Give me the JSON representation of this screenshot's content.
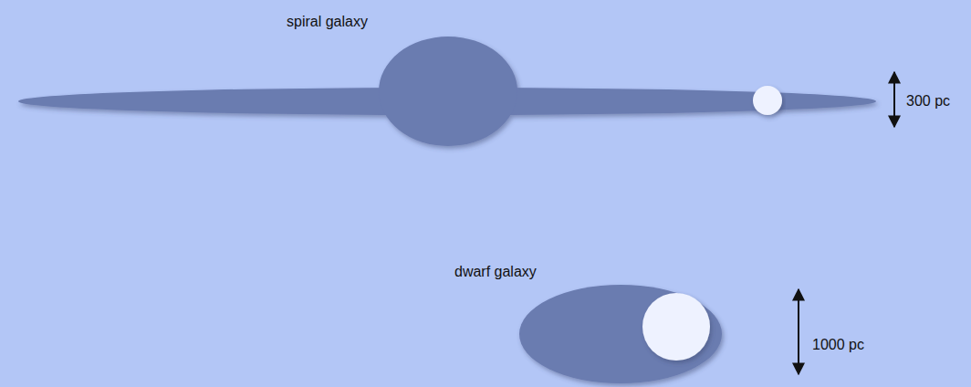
{
  "diagram": {
    "labels": [
      "spiral galaxy",
      "300 pc",
      "dwarf galaxy",
      "1000 pc"
    ]
  }
}
